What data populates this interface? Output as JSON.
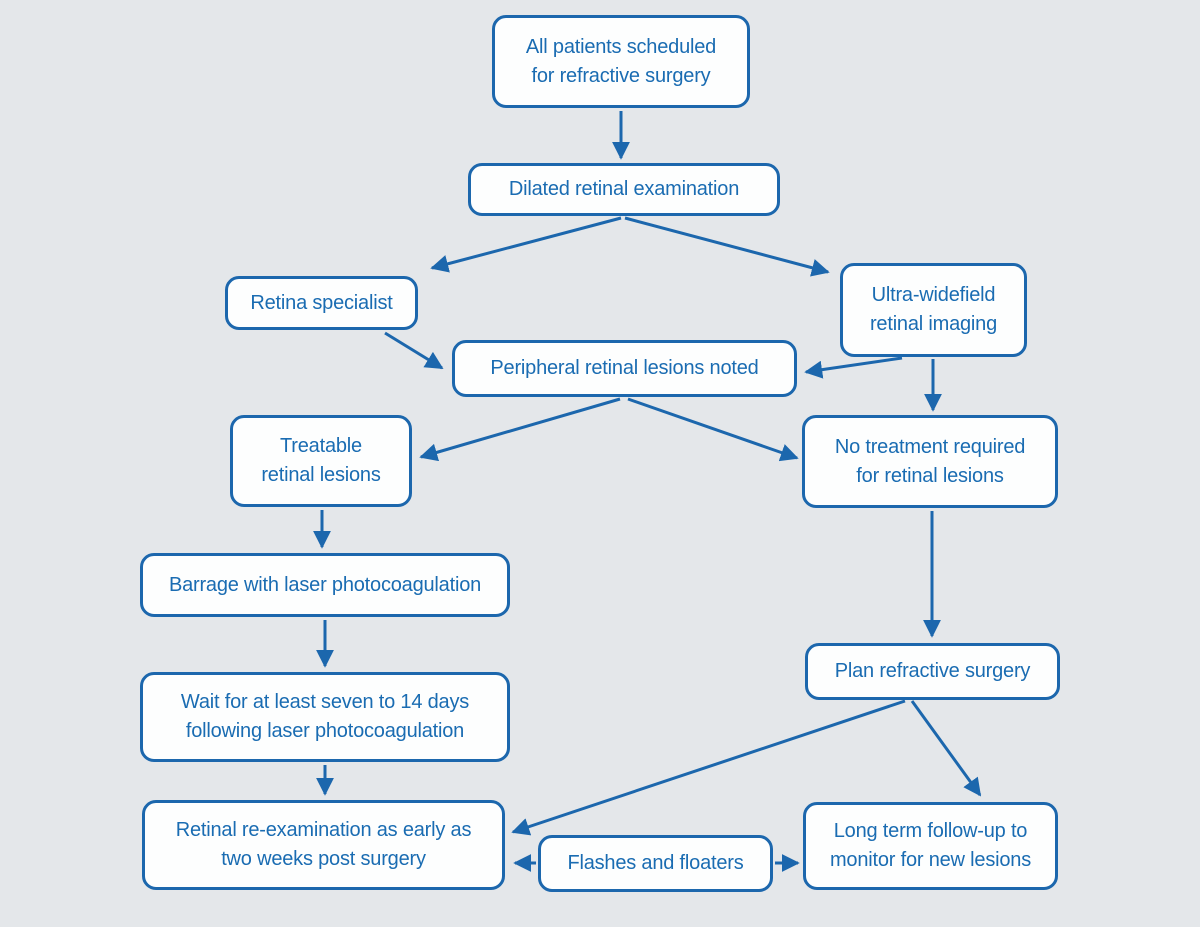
{
  "figure": {
    "type": "flowchart",
    "topic": "Retinal screening and management pathway for patients scheduled for refractive surgery"
  },
  "colors": {
    "background": "#e4e7ea",
    "node_fill": "#fdfefe",
    "node_border": "#1c67ad",
    "text": "#1a6cb2",
    "arrow": "#1c67ad"
  },
  "nodes": {
    "all_patients": {
      "label": "All patients scheduled\nfor refractive surgery"
    },
    "dilated_exam": {
      "label": "Dilated retinal examination"
    },
    "retina_specialist": {
      "label": "Retina specialist"
    },
    "uwf_imaging": {
      "label": "Ultra-widefield\nretinal imaging"
    },
    "peripheral_lesions": {
      "label": "Peripheral retinal lesions noted"
    },
    "treatable_lesions": {
      "label": "Treatable\nretinal lesions"
    },
    "no_treatment": {
      "label": "No treatment required\nfor retinal lesions"
    },
    "barrage": {
      "label": "Barrage with laser photocoagulation"
    },
    "wait_period": {
      "label": "Wait for at least seven to 14 days\nfollowing laser photocoagulation"
    },
    "reexam": {
      "label": "Retinal re-examination as early as\ntwo weeks post surgery"
    },
    "plan_surgery": {
      "label": "Plan refractive surgery"
    },
    "flashes": {
      "label": "Flashes and floaters"
    },
    "long_term": {
      "label": "Long term follow-up to\nmonitor for new lesions"
    }
  },
  "edges": [
    {
      "from": "all_patients",
      "to": "dilated_exam"
    },
    {
      "from": "dilated_exam",
      "to": "retina_specialist"
    },
    {
      "from": "dilated_exam",
      "to": "uwf_imaging"
    },
    {
      "from": "retina_specialist",
      "to": "peripheral_lesions"
    },
    {
      "from": "uwf_imaging",
      "to": "peripheral_lesions"
    },
    {
      "from": "uwf_imaging",
      "to": "no_treatment"
    },
    {
      "from": "peripheral_lesions",
      "to": "treatable_lesions"
    },
    {
      "from": "peripheral_lesions",
      "to": "no_treatment"
    },
    {
      "from": "treatable_lesions",
      "to": "barrage"
    },
    {
      "from": "barrage",
      "to": "wait_period"
    },
    {
      "from": "wait_period",
      "to": "reexam"
    },
    {
      "from": "no_treatment",
      "to": "plan_surgery"
    },
    {
      "from": "plan_surgery",
      "to": "reexam"
    },
    {
      "from": "plan_surgery",
      "to": "long_term"
    },
    {
      "from": "flashes",
      "to": "reexam"
    },
    {
      "from": "flashes",
      "to": "long_term"
    }
  ]
}
